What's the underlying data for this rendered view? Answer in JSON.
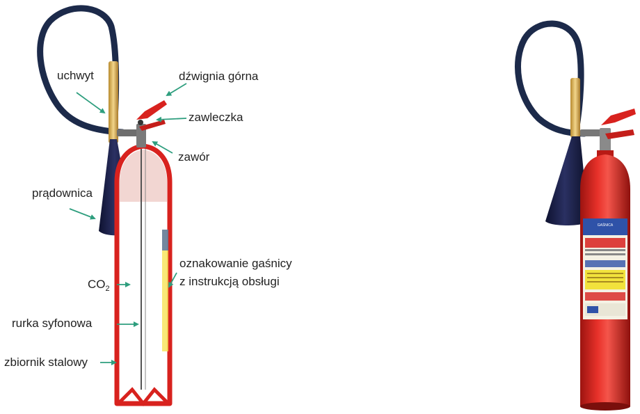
{
  "labels": {
    "uchwyt": "uchwyt",
    "dzwignia": "dźwignia górna",
    "zawleczka": "zawleczka",
    "zawor": "zawór",
    "pradownica": "prądownica",
    "oznakowanie_1": "oznakowanie gaśnicy",
    "oznakowanie_2": "z instrukcją obsługi",
    "co2_main": "CO",
    "co2_sub": "2",
    "rurka": "rurka syfonowa",
    "zbiornik": "zbiornik stalowy"
  },
  "label_plate": {
    "title": "GAŚNICA"
  },
  "colors": {
    "label_text": "#222222",
    "arrow": "#2e9e7e",
    "cylinder_red": "#d8221e",
    "hose": "#1c2a4a",
    "nozzle_horn": "#1a1f3f",
    "handle_tube": "#d8b45a",
    "plate_blue": "#2f52a8",
    "plate_yellow": "#f2e23c"
  },
  "icons": [
    "arrow-icon",
    "fire-extinguisher-cutaway",
    "fire-extinguisher-photo"
  ]
}
